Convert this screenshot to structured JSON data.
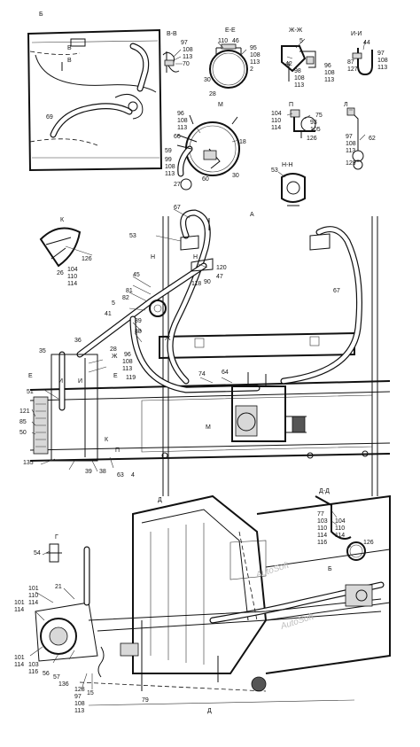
{
  "views": [
    {
      "id": "b",
      "label": "Б"
    },
    {
      "id": "vv",
      "label": "В-В"
    },
    {
      "id": "ee",
      "label": "Е-Е"
    },
    {
      "id": "zhzh",
      "label": "Ж-Ж"
    },
    {
      "id": "ii",
      "label": "И-И"
    },
    {
      "id": "m",
      "label": "М"
    },
    {
      "id": "p",
      "label": "П"
    },
    {
      "id": "l",
      "label": "Л"
    },
    {
      "id": "nn",
      "label": "Н-Н"
    },
    {
      "id": "k",
      "label": "К"
    },
    {
      "id": "a",
      "label": "А"
    },
    {
      "id": "g",
      "label": "Г"
    },
    {
      "id": "dd",
      "label": "Д-Д"
    }
  ],
  "callouts": [
    {
      "id": "c1",
      "text": "В"
    },
    {
      "id": "c2",
      "text": "В"
    },
    {
      "id": "c3",
      "text": "69"
    },
    {
      "id": "c4",
      "text": "97"
    },
    {
      "id": "c5",
      "text": "108"
    },
    {
      "id": "c6",
      "text": "113"
    },
    {
      "id": "c7",
      "text": "70"
    },
    {
      "id": "c8",
      "text": "110"
    },
    {
      "id": "c9",
      "text": "46"
    },
    {
      "id": "c10",
      "text": "95"
    },
    {
      "id": "c11",
      "text": "108"
    },
    {
      "id": "c12",
      "text": "113"
    },
    {
      "id": "c13",
      "text": "2"
    },
    {
      "id": "c14",
      "text": "30"
    },
    {
      "id": "c15",
      "text": "28"
    },
    {
      "id": "c16",
      "text": "5"
    },
    {
      "id": "c17",
      "text": "42"
    },
    {
      "id": "c18",
      "text": "98"
    },
    {
      "id": "c19",
      "text": "108"
    },
    {
      "id": "c20",
      "text": "113"
    },
    {
      "id": "c21",
      "text": "96"
    },
    {
      "id": "c22",
      "text": "108"
    },
    {
      "id": "c23",
      "text": "113"
    },
    {
      "id": "c24",
      "text": "44"
    },
    {
      "id": "c25",
      "text": "87"
    },
    {
      "id": "c26",
      "text": "127"
    },
    {
      "id": "c27",
      "text": "97"
    },
    {
      "id": "c28",
      "text": "108"
    },
    {
      "id": "c29",
      "text": "113"
    },
    {
      "id": "c30",
      "text": "96"
    },
    {
      "id": "c31",
      "text": "108"
    },
    {
      "id": "c32",
      "text": "113"
    },
    {
      "id": "c33",
      "text": "66"
    },
    {
      "id": "c34",
      "text": "18"
    },
    {
      "id": "c35",
      "text": "59"
    },
    {
      "id": "c36",
      "text": "99"
    },
    {
      "id": "c37",
      "text": "108"
    },
    {
      "id": "c38",
      "text": "113"
    },
    {
      "id": "c39",
      "text": "60"
    },
    {
      "id": "c40",
      "text": "30"
    },
    {
      "id": "c41",
      "text": "27"
    },
    {
      "id": "c42",
      "text": "104"
    },
    {
      "id": "c43",
      "text": "110"
    },
    {
      "id": "c44",
      "text": "114"
    },
    {
      "id": "c45",
      "text": "75"
    },
    {
      "id": "c46",
      "text": "93"
    },
    {
      "id": "c47",
      "text": "105"
    },
    {
      "id": "c48",
      "text": "126"
    },
    {
      "id": "c49",
      "text": "97"
    },
    {
      "id": "c50",
      "text": "108"
    },
    {
      "id": "c51",
      "text": "113"
    },
    {
      "id": "c52",
      "text": "62"
    },
    {
      "id": "c53",
      "text": "129"
    },
    {
      "id": "c54",
      "text": "53"
    },
    {
      "id": "c55",
      "text": "126"
    },
    {
      "id": "c56",
      "text": "26"
    },
    {
      "id": "c57",
      "text": "104"
    },
    {
      "id": "c58",
      "text": "110"
    },
    {
      "id": "c59",
      "text": "114"
    },
    {
      "id": "c60",
      "text": "67"
    },
    {
      "id": "c61",
      "text": "53"
    },
    {
      "id": "c62",
      "text": "Н"
    },
    {
      "id": "c63",
      "text": "Н"
    },
    {
      "id": "c64",
      "text": "120"
    },
    {
      "id": "c65",
      "text": "47"
    },
    {
      "id": "c66",
      "text": "118"
    },
    {
      "id": "c67",
      "text": "90"
    },
    {
      "id": "c68",
      "text": "45"
    },
    {
      "id": "c69",
      "text": "81"
    },
    {
      "id": "c70",
      "text": "82"
    },
    {
      "id": "c71",
      "text": "5"
    },
    {
      "id": "c72",
      "text": "41"
    },
    {
      "id": "c73",
      "text": "89"
    },
    {
      "id": "c74",
      "text": "88"
    },
    {
      "id": "c75",
      "text": "Ж"
    },
    {
      "id": "c76",
      "text": "Ж"
    },
    {
      "id": "c77",
      "text": "36"
    },
    {
      "id": "c78",
      "text": "28"
    },
    {
      "id": "c79",
      "text": "96"
    },
    {
      "id": "c80",
      "text": "108"
    },
    {
      "id": "c81",
      "text": "113"
    },
    {
      "id": "c82",
      "text": "119"
    },
    {
      "id": "c83",
      "text": "35"
    },
    {
      "id": "c84",
      "text": "Е"
    },
    {
      "id": "c85",
      "text": "Е"
    },
    {
      "id": "c86",
      "text": "И"
    },
    {
      "id": "c87",
      "text": "И"
    },
    {
      "id": "c88",
      "text": "51"
    },
    {
      "id": "c89",
      "text": "121"
    },
    {
      "id": "c90",
      "text": "85"
    },
    {
      "id": "c91",
      "text": "50"
    },
    {
      "id": "c92",
      "text": "74"
    },
    {
      "id": "c93",
      "text": "64"
    },
    {
      "id": "c94",
      "text": "М"
    },
    {
      "id": "c95",
      "text": "К"
    },
    {
      "id": "c96",
      "text": "П"
    },
    {
      "id": "c97",
      "text": "135"
    },
    {
      "id": "c98",
      "text": "39"
    },
    {
      "id": "c99",
      "text": "38"
    },
    {
      "id": "c100",
      "text": "63"
    },
    {
      "id": "c101",
      "text": "4"
    },
    {
      "id": "c102",
      "text": "67"
    },
    {
      "id": "c103",
      "text": "77"
    },
    {
      "id": "c104",
      "text": "103"
    },
    {
      "id": "c105",
      "text": "110"
    },
    {
      "id": "c106",
      "text": "114"
    },
    {
      "id": "c107",
      "text": "116"
    },
    {
      "id": "c108",
      "text": "104"
    },
    {
      "id": "c109",
      "text": "110"
    },
    {
      "id": "c110",
      "text": "114"
    },
    {
      "id": "c111",
      "text": "126"
    },
    {
      "id": "c112",
      "text": "54"
    },
    {
      "id": "c113",
      "text": "Б"
    },
    {
      "id": "c114",
      "text": "101"
    },
    {
      "id": "c115",
      "text": "110"
    },
    {
      "id": "c116",
      "text": "114"
    },
    {
      "id": "c117",
      "text": "21"
    },
    {
      "id": "c118",
      "text": "101"
    },
    {
      "id": "c119",
      "text": "114"
    },
    {
      "id": "c120",
      "text": "101"
    },
    {
      "id": "c121",
      "text": "114"
    },
    {
      "id": "c122",
      "text": "103"
    },
    {
      "id": "c123",
      "text": "116"
    },
    {
      "id": "c124",
      "text": "56"
    },
    {
      "id": "c125",
      "text": "57"
    },
    {
      "id": "c126",
      "text": "136"
    },
    {
      "id": "c127",
      "text": "15"
    },
    {
      "id": "c128",
      "text": "128"
    },
    {
      "id": "c129",
      "text": "97"
    },
    {
      "id": "c130",
      "text": "108"
    },
    {
      "id": "c131",
      "text": "113"
    },
    {
      "id": "c132",
      "text": "Д"
    },
    {
      "id": "c133",
      "text": "Д"
    },
    {
      "id": "c134",
      "text": "79"
    }
  ],
  "watermark": "AutoSoft"
}
